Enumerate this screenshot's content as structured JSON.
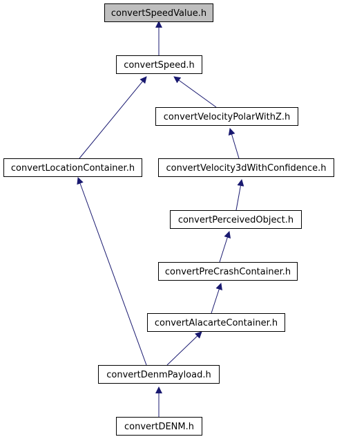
{
  "graph": {
    "nodes": [
      {
        "id": "convertSpeedValue",
        "label": "convertSpeedValue.h",
        "highlighted": true
      },
      {
        "id": "convertSpeed",
        "label": "convertSpeed.h",
        "highlighted": false
      },
      {
        "id": "convertVelocityPolarWithZ",
        "label": "convertVelocityPolarWithZ.h",
        "highlighted": false
      },
      {
        "id": "convertLocationContainer",
        "label": "convertLocationContainer.h",
        "highlighted": false
      },
      {
        "id": "convertVelocity3dWithConfidence",
        "label": "convertVelocity3dWithConfidence.h",
        "highlighted": false
      },
      {
        "id": "convertPerceivedObject",
        "label": "convertPerceivedObject.h",
        "highlighted": false
      },
      {
        "id": "convertPreCrashContainer",
        "label": "convertPreCrashContainer.h",
        "highlighted": false
      },
      {
        "id": "convertAlacarteContainer",
        "label": "convertAlacarteContainer.h",
        "highlighted": false
      },
      {
        "id": "convertDenmPayload",
        "label": "convertDenmPayload.h",
        "highlighted": false
      },
      {
        "id": "convertDENM",
        "label": "convertDENM.h",
        "highlighted": false
      }
    ],
    "edges": [
      {
        "from": "convertSpeed",
        "to": "convertSpeedValue"
      },
      {
        "from": "convertLocationContainer",
        "to": "convertSpeed"
      },
      {
        "from": "convertVelocityPolarWithZ",
        "to": "convertSpeed"
      },
      {
        "from": "convertVelocity3dWithConfidence",
        "to": "convertVelocityPolarWithZ"
      },
      {
        "from": "convertPerceivedObject",
        "to": "convertVelocity3dWithConfidence"
      },
      {
        "from": "convertPreCrashContainer",
        "to": "convertPerceivedObject"
      },
      {
        "from": "convertAlacarteContainer",
        "to": "convertPreCrashContainer"
      },
      {
        "from": "convertDenmPayload",
        "to": "convertLocationContainer"
      },
      {
        "from": "convertDenmPayload",
        "to": "convertAlacarteContainer"
      },
      {
        "from": "convertDENM",
        "to": "convertDenmPayload"
      }
    ],
    "colors": {
      "edge": "#191970",
      "node_border": "#000000",
      "node_fill": "#ffffff",
      "highlight_fill": "#bfbfbf"
    }
  }
}
